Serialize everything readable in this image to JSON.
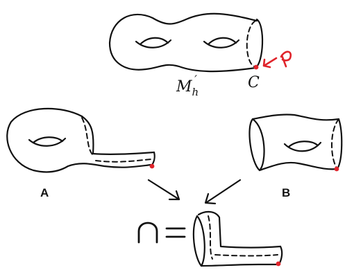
{
  "labels": {
    "surface_main": "M",
    "surface_main_sub": "h",
    "surface_main_prime": "′",
    "boundary": "C",
    "point": "p",
    "piece_a": "A",
    "piece_b": "B"
  },
  "colors": {
    "ink": "#111111",
    "marker": "#e0242b"
  }
}
